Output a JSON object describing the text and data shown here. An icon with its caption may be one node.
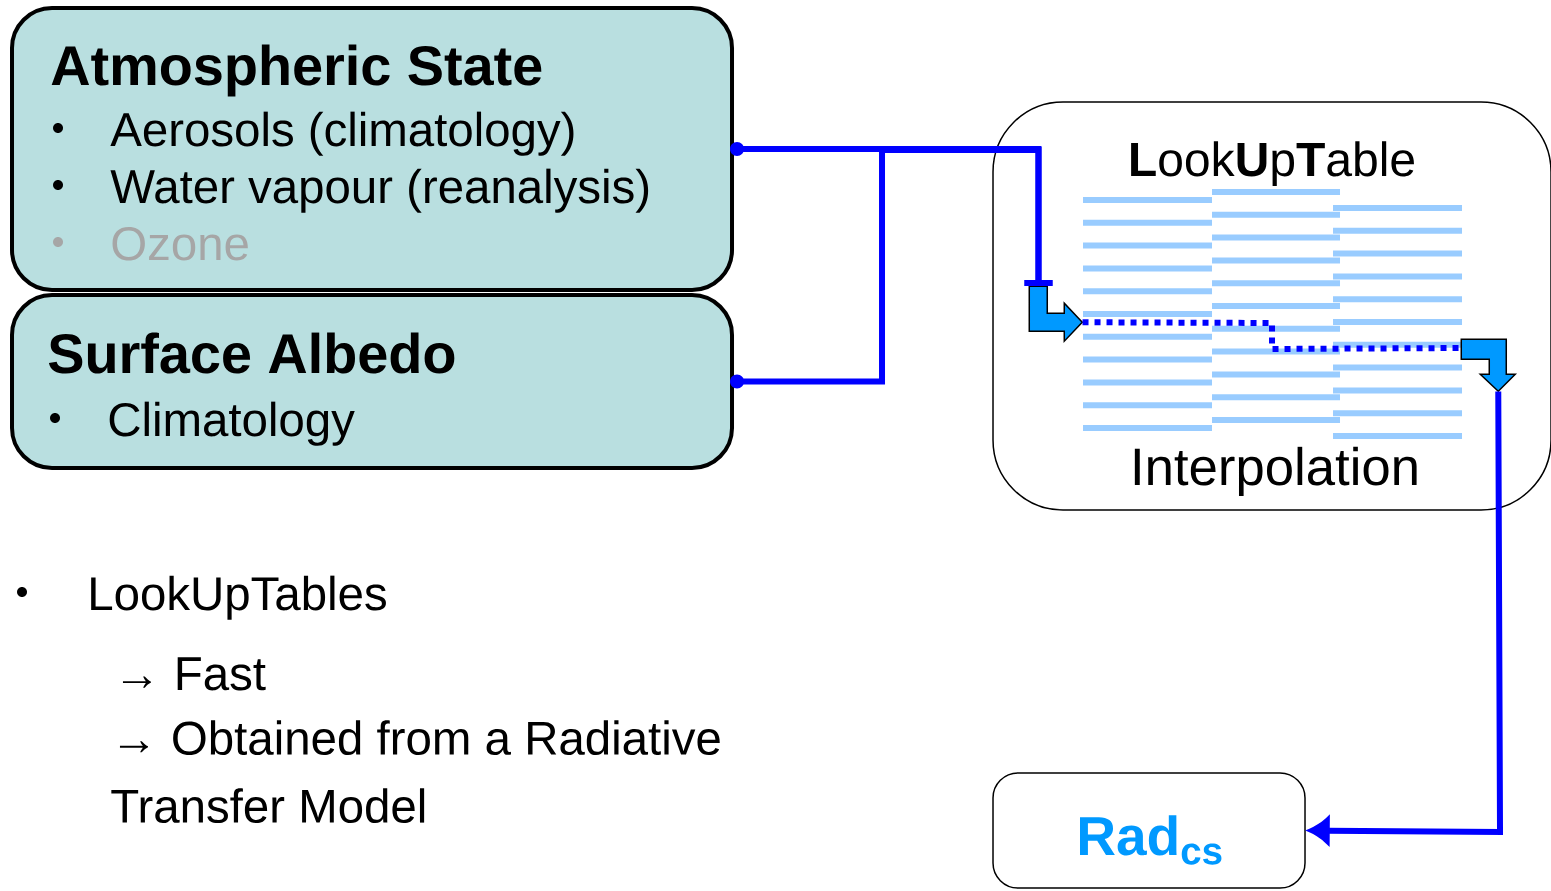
{
  "diagram": {
    "nodes": [
      {
        "text": [
          "Atmospheric State",
          "Aerosols (climatology)",
          "Water vapour (reanalysis)",
          "Ozone"
        ]
      },
      {
        "text": [
          "Surface Albedo",
          "Climatology"
        ]
      },
      {
        "text": [
          "**L**ook**U**p**T**able",
          "Interpolation"
        ]
      },
      {
        "text": [
          "Rad$_{cs}$"
        ]
      },
      {
        "text": [],
        "shape": "arrow",
        "in": 2
      },
      {
        "text": [],
        "shape": "arrow",
        "in": 2
      }
    ],
    "edges": [
      {
        "from": 0,
        "to": 4,
        "arrow": "other"
      },
      {
        "from": 1,
        "to": 4,
        "arrow": "other"
      },
      {
        "from": 4,
        "to": 5,
        "arrow": "none",
        "style": "dashed"
      },
      {
        "from": 5,
        "to": 3,
        "arrow": "to"
      }
    ],
    "labels": [
      "LookUpTables",
      "→ Fast",
      "→ Obtained from a Radiative Transfer Model"
    ]
  }
}
